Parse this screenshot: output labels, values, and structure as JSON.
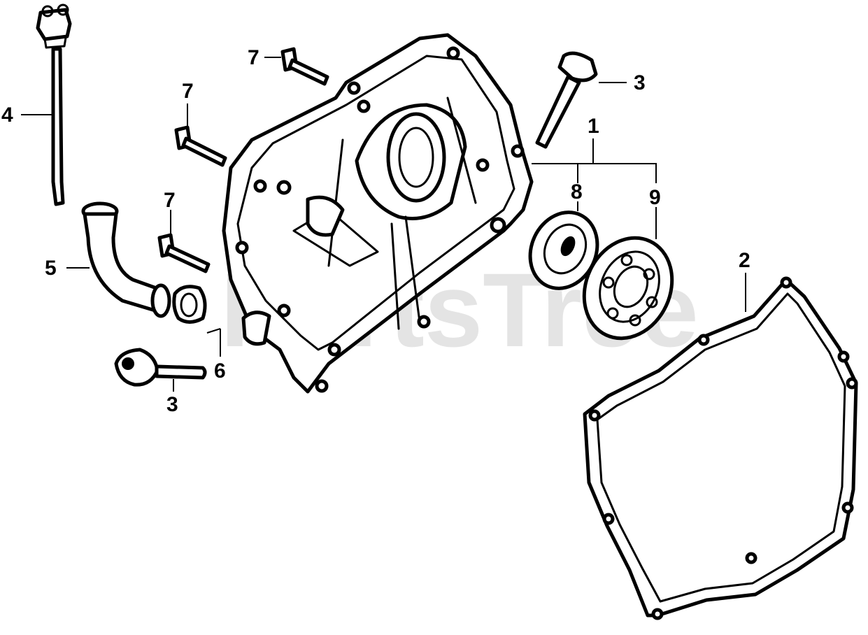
{
  "watermark": "PartsTree",
  "callouts": {
    "c1": "1",
    "c2": "2",
    "c3a": "3",
    "c3b": "3",
    "c4": "4",
    "c5": "5",
    "c6": "6",
    "c7a": "7",
    "c7b": "7",
    "c7c": "7",
    "c8": "8",
    "c9": "9"
  },
  "colors": {
    "ink": "#000000",
    "paper": "#ffffff",
    "watermark": "#cfcfcf"
  }
}
